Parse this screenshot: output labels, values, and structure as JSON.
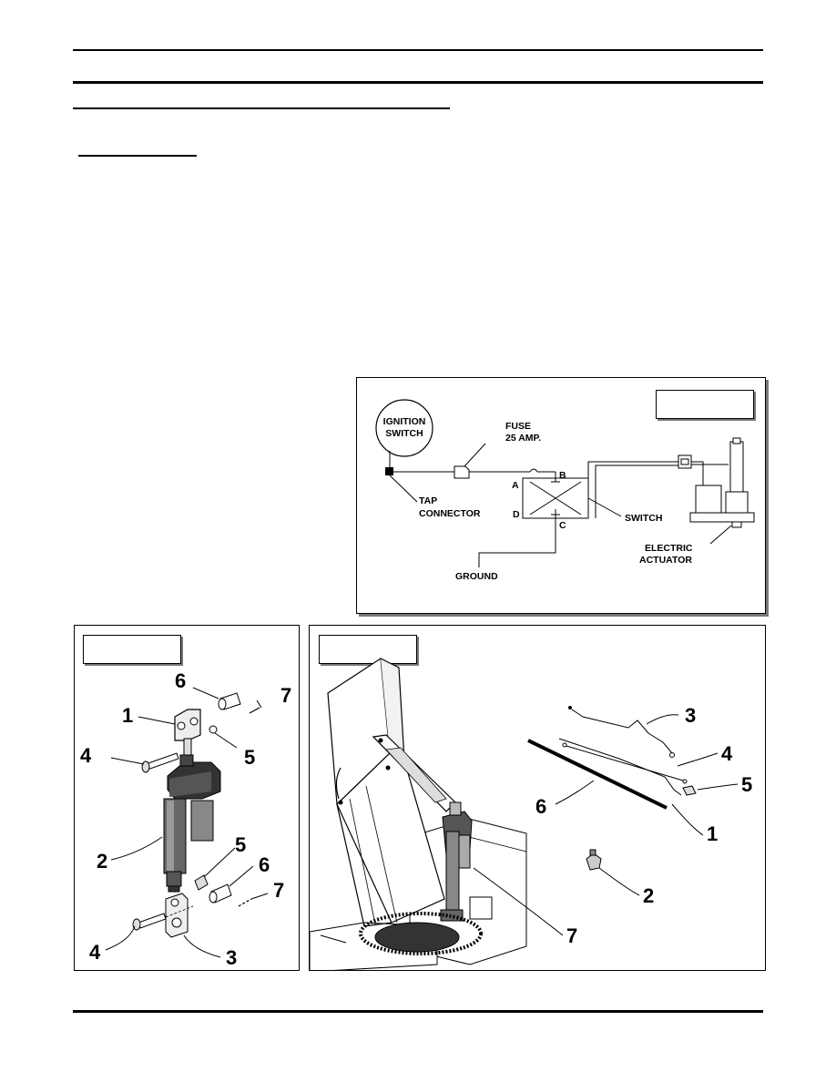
{
  "wiring": {
    "ignition_switch": [
      "IGNITION",
      "SWITCH"
    ],
    "fuse": [
      "FUSE",
      "25 AMP."
    ],
    "tap_connector": [
      "TAP",
      "CONNECTOR"
    ],
    "switch": "SWITCH",
    "ground": "GROUND",
    "actuator": [
      "ELECTRIC",
      "ACTUATOR"
    ],
    "terminals": {
      "a": "A",
      "b": "B",
      "c": "C",
      "d": "D"
    }
  },
  "actuator_exploded": {
    "callouts": {
      "n1": "1",
      "n2": "2",
      "n3": "3",
      "n4a": "4",
      "n4b": "4",
      "n5a": "5",
      "n5b": "5",
      "n6a": "6",
      "n6b": "6",
      "n7a": "7",
      "n7b": "7"
    }
  },
  "chute_install": {
    "callouts": {
      "n1": "1",
      "n2": "2",
      "n3": "3",
      "n4": "4",
      "n5": "5",
      "n6": "6",
      "n7": "7"
    }
  }
}
